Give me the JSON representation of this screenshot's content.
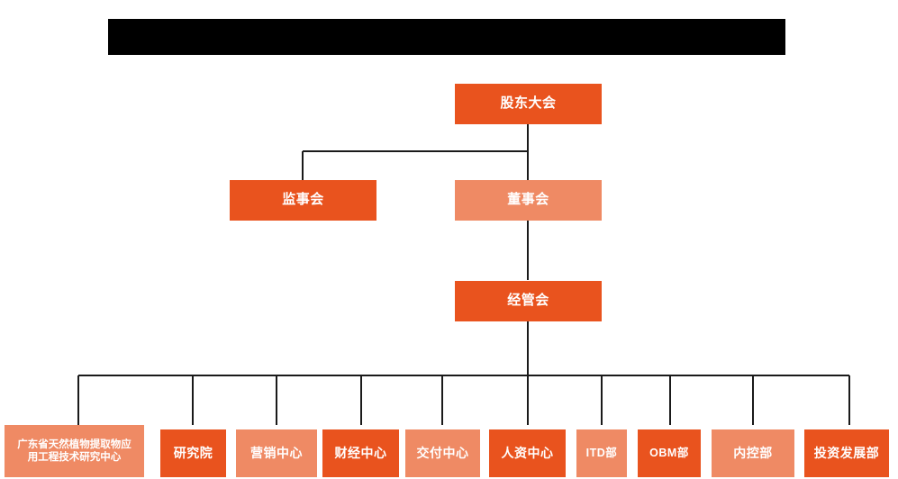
{
  "page": {
    "title_bar": {
      "name": "redacted-title-bar",
      "text": "",
      "color": "#000000"
    },
    "background_color": "#FFFFFF",
    "colors": {
      "dark_orange": "#E9531E",
      "light_orange": "#EF8A64",
      "line": "#1A1A1A",
      "text": "#FFFFFF"
    }
  },
  "chart_data": {
    "type": "diagram",
    "diagram_type": "organization-chart",
    "title": "",
    "levels": [
      {
        "level": 1,
        "nodes": [
          {
            "id": "shareholders",
            "label": "股东大会",
            "shade": "dark"
          }
        ]
      },
      {
        "level": 2,
        "nodes": [
          {
            "id": "supervisors",
            "label": "监事会",
            "shade": "dark"
          },
          {
            "id": "directors",
            "label": "董事会",
            "shade": "light"
          }
        ]
      },
      {
        "level": 3,
        "nodes": [
          {
            "id": "management",
            "label": "经管会",
            "shade": "dark"
          }
        ]
      },
      {
        "level": 4,
        "nodes": [
          {
            "id": "dept-01",
            "label": "广东省天然植物提取物应用工程技术研究中心",
            "label_line1": "广东省天然植物提取物应",
            "label_line2": "用工程技术研究中心",
            "shade": "light"
          },
          {
            "id": "dept-02",
            "label": "研究院",
            "shade": "dark"
          },
          {
            "id": "dept-03",
            "label": "营销中心",
            "shade": "light"
          },
          {
            "id": "dept-04",
            "label": "财经中心",
            "shade": "dark"
          },
          {
            "id": "dept-05",
            "label": "交付中心",
            "shade": "light"
          },
          {
            "id": "dept-06",
            "label": "人资中心",
            "shade": "dark"
          },
          {
            "id": "dept-07",
            "label": "ITD部",
            "shade": "light"
          },
          {
            "id": "dept-08",
            "label": "OBM部",
            "shade": "dark"
          },
          {
            "id": "dept-09",
            "label": "内控部",
            "shade": "light"
          },
          {
            "id": "dept-10",
            "label": "投资发展部",
            "shade": "dark"
          }
        ]
      }
    ],
    "edges": [
      {
        "from": "shareholders",
        "to": "supervisors"
      },
      {
        "from": "shareholders",
        "to": "directors"
      },
      {
        "from": "directors",
        "to": "management"
      },
      {
        "from": "management",
        "to": "dept-01"
      },
      {
        "from": "management",
        "to": "dept-02"
      },
      {
        "from": "management",
        "to": "dept-03"
      },
      {
        "from": "management",
        "to": "dept-04"
      },
      {
        "from": "management",
        "to": "dept-05"
      },
      {
        "from": "management",
        "to": "dept-06"
      },
      {
        "from": "management",
        "to": "dept-07"
      },
      {
        "from": "management",
        "to": "dept-08"
      },
      {
        "from": "management",
        "to": "dept-09"
      },
      {
        "from": "management",
        "to": "dept-10"
      }
    ]
  }
}
